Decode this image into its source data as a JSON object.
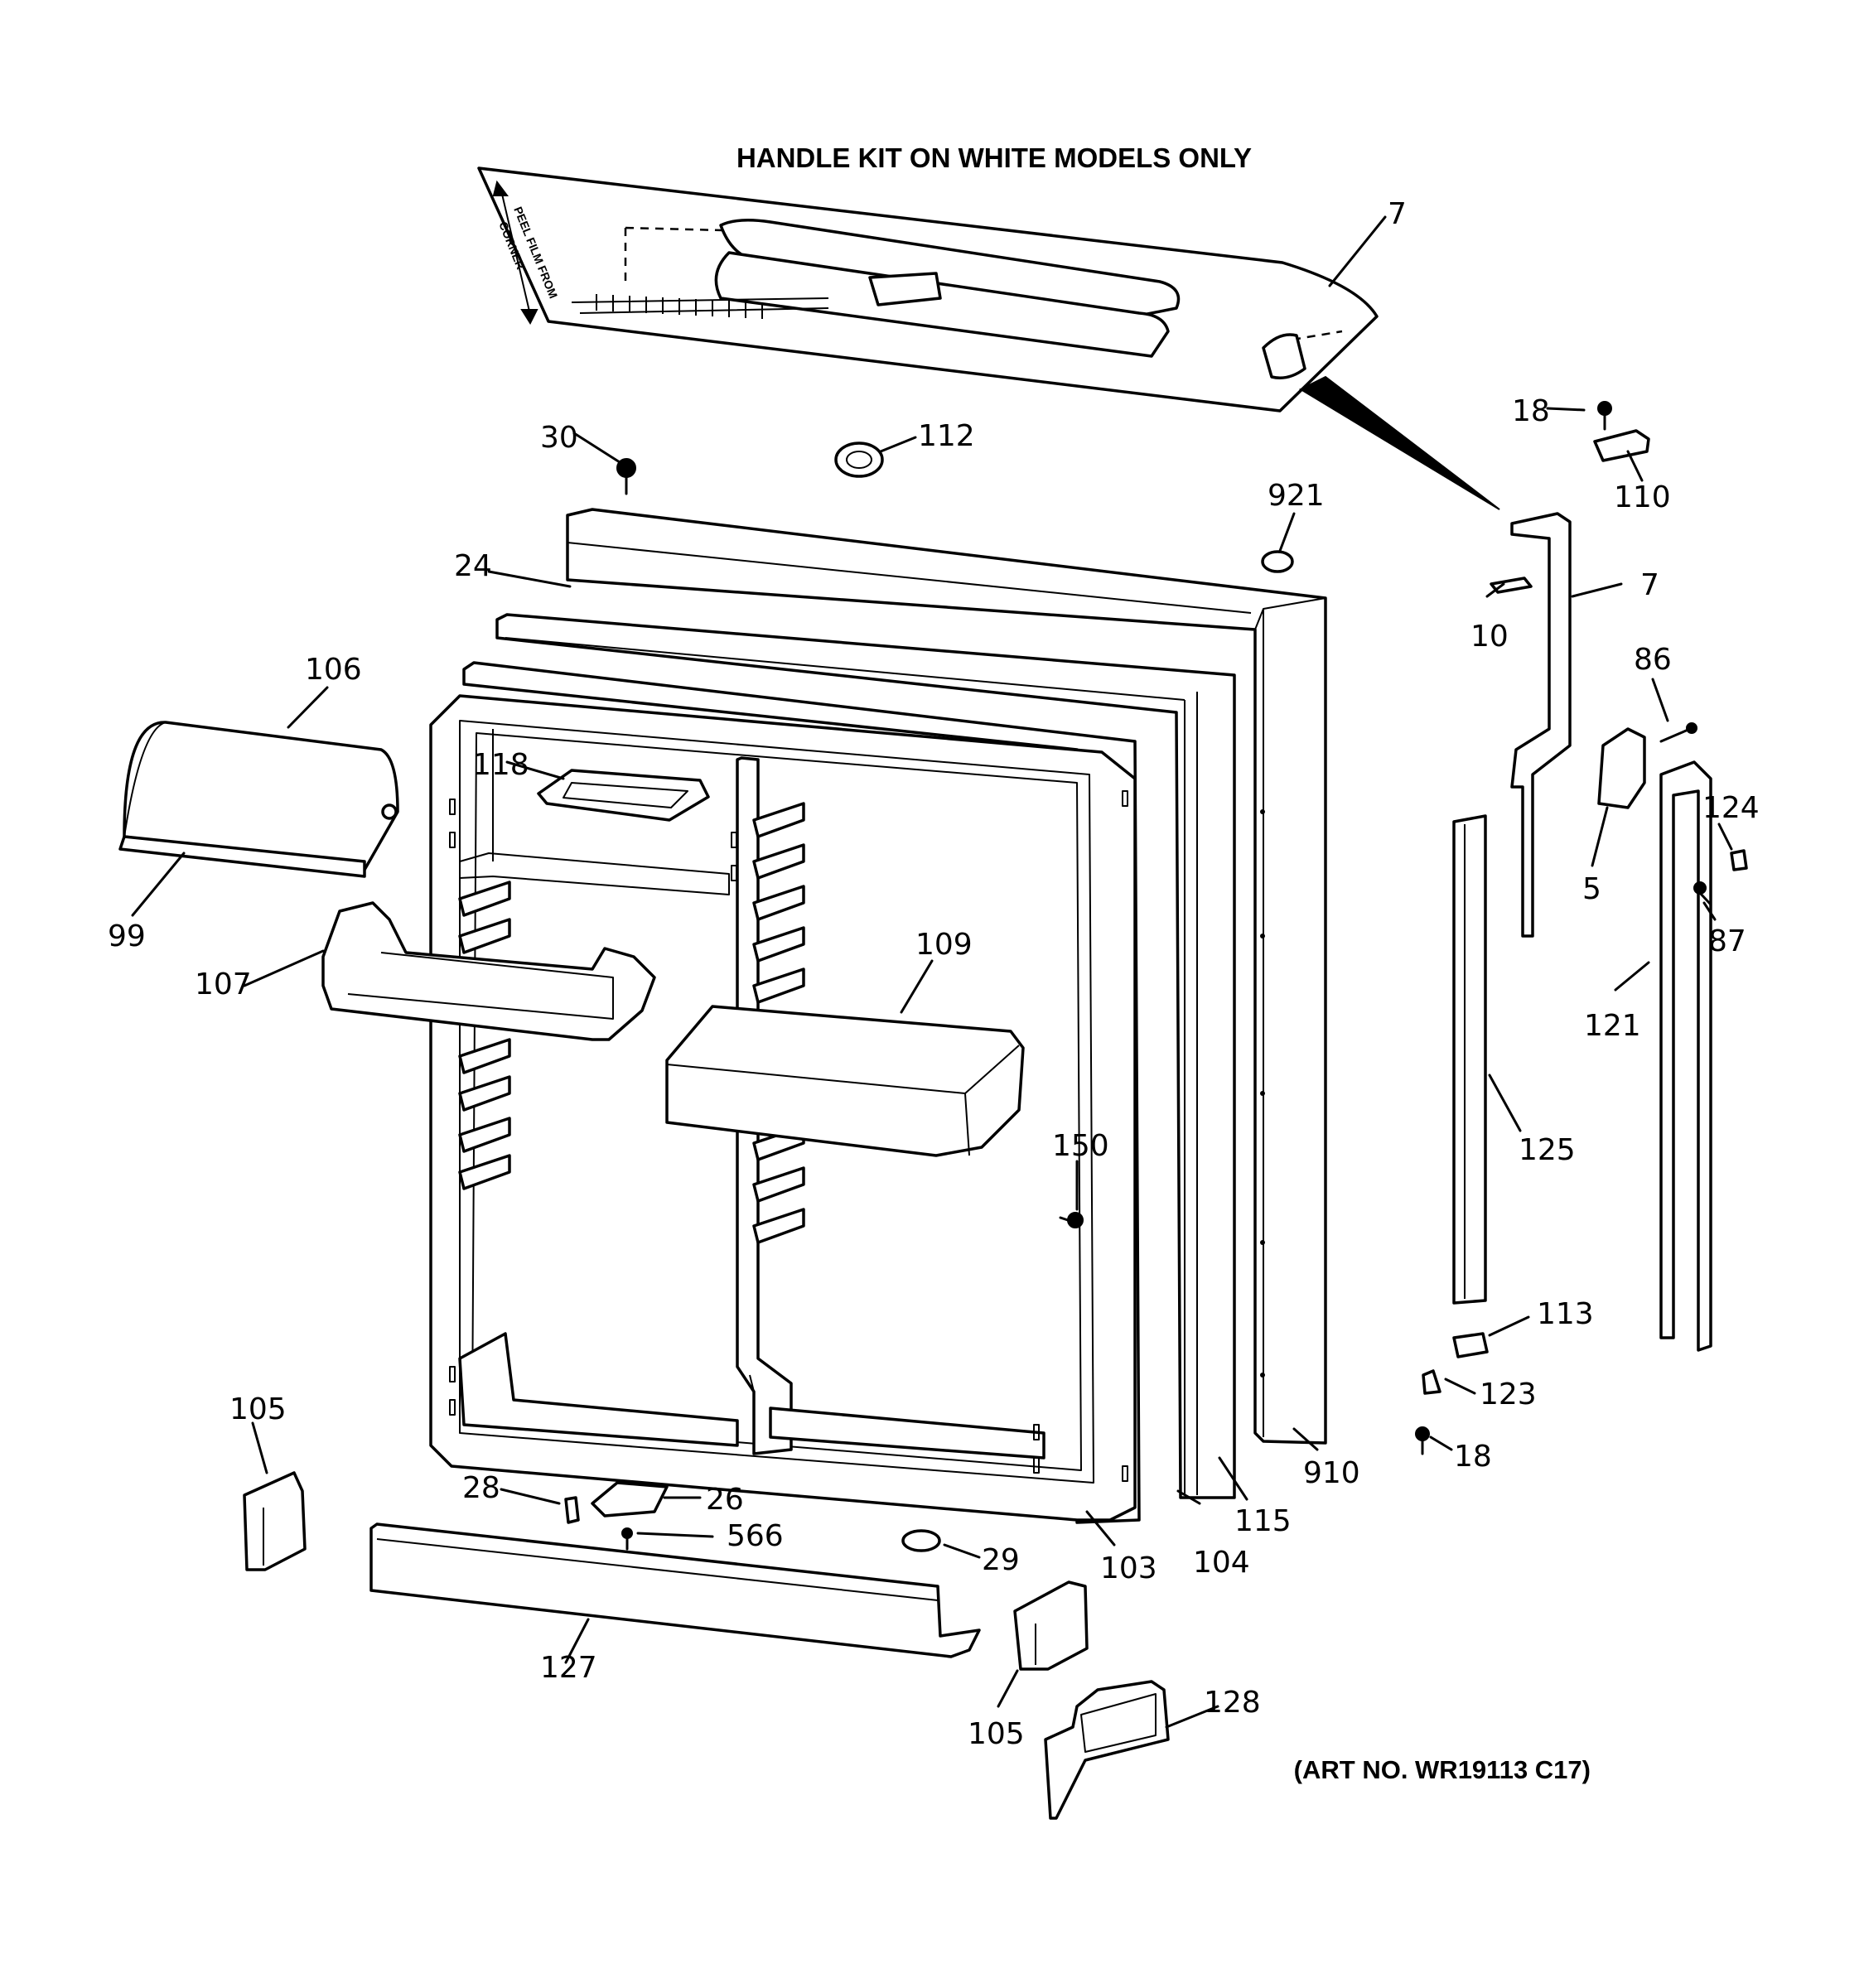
{
  "header": {
    "title": "HANDLE KIT ON WHITE MODELS ONLY"
  },
  "handle_kit": {
    "peel_text_1": "PEEL FILM FROM",
    "peel_text_2": "CORNER"
  },
  "footer": {
    "art_number": "(ART NO. WR19113 C17)"
  },
  "callouts": [
    {
      "id": "c-7-top",
      "text": "7"
    },
    {
      "id": "c-18-top",
      "text": "18"
    },
    {
      "id": "c-110",
      "text": "110"
    },
    {
      "id": "c-30",
      "text": "30"
    },
    {
      "id": "c-112",
      "text": "112"
    },
    {
      "id": "c-921",
      "text": "921"
    },
    {
      "id": "c-24",
      "text": "24"
    },
    {
      "id": "c-7-mid",
      "text": "7"
    },
    {
      "id": "c-10",
      "text": "10"
    },
    {
      "id": "c-106",
      "text": "106"
    },
    {
      "id": "c-86",
      "text": "86"
    },
    {
      "id": "c-118",
      "text": "118"
    },
    {
      "id": "c-124",
      "text": "124"
    },
    {
      "id": "c-5",
      "text": "5"
    },
    {
      "id": "c-99",
      "text": "99"
    },
    {
      "id": "c-87",
      "text": "87"
    },
    {
      "id": "c-109",
      "text": "109"
    },
    {
      "id": "c-107",
      "text": "107"
    },
    {
      "id": "c-121",
      "text": "121"
    },
    {
      "id": "c-150",
      "text": "150"
    },
    {
      "id": "c-125",
      "text": "125"
    },
    {
      "id": "c-113",
      "text": "113"
    },
    {
      "id": "c-123",
      "text": "123"
    },
    {
      "id": "c-18-bot",
      "text": "18"
    },
    {
      "id": "c-105-left",
      "text": "105"
    },
    {
      "id": "c-910",
      "text": "910"
    },
    {
      "id": "c-28",
      "text": "28"
    },
    {
      "id": "c-26",
      "text": "26"
    },
    {
      "id": "c-115",
      "text": "115"
    },
    {
      "id": "c-566",
      "text": "566"
    },
    {
      "id": "c-29",
      "text": "29"
    },
    {
      "id": "c-103",
      "text": "103"
    },
    {
      "id": "c-104",
      "text": "104"
    },
    {
      "id": "c-127",
      "text": "127"
    },
    {
      "id": "c-128",
      "text": "128"
    },
    {
      "id": "c-105-bot",
      "text": "105"
    }
  ]
}
